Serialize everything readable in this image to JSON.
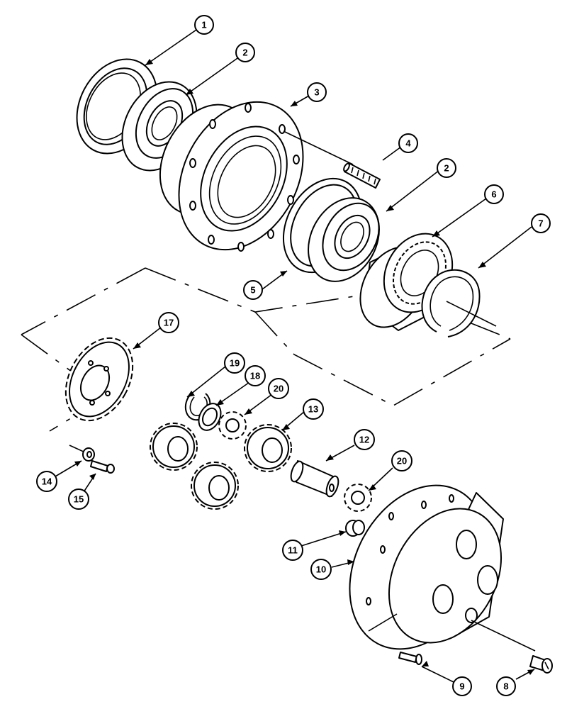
{
  "callouts": [
    {
      "id": "c1",
      "label": "1"
    },
    {
      "id": "c2a",
      "label": "2"
    },
    {
      "id": "c3",
      "label": "3"
    },
    {
      "id": "c4",
      "label": "4"
    },
    {
      "id": "c2b",
      "label": "2"
    },
    {
      "id": "c6",
      "label": "6"
    },
    {
      "id": "c7",
      "label": "7"
    },
    {
      "id": "c5",
      "label": "5"
    },
    {
      "id": "c17",
      "label": "17"
    },
    {
      "id": "c19",
      "label": "19"
    },
    {
      "id": "c18",
      "label": "18"
    },
    {
      "id": "c20a",
      "label": "20"
    },
    {
      "id": "c13",
      "label": "13"
    },
    {
      "id": "c12",
      "label": "12"
    },
    {
      "id": "c20b",
      "label": "20"
    },
    {
      "id": "c14",
      "label": "14"
    },
    {
      "id": "c15",
      "label": "15"
    },
    {
      "id": "c11",
      "label": "11"
    },
    {
      "id": "c10",
      "label": "10"
    },
    {
      "id": "c9",
      "label": "9"
    },
    {
      "id": "c8",
      "label": "8"
    }
  ]
}
